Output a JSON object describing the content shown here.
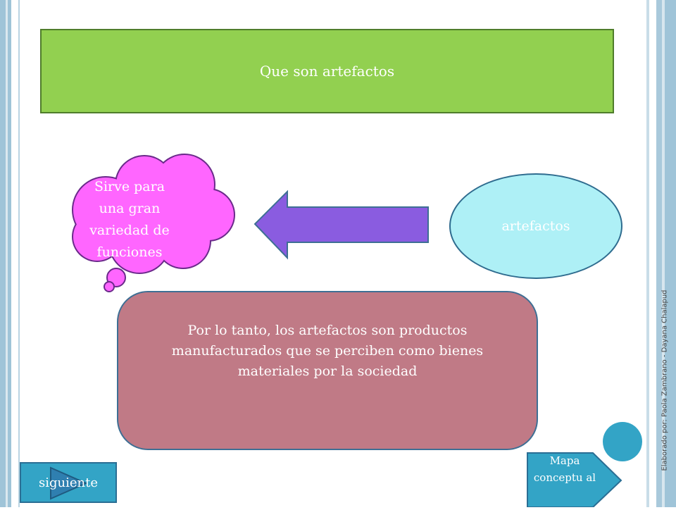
{
  "slide": {
    "title": "Que son artefactos",
    "cloud_text": "Sirve para una gran variedad de funciones",
    "oval_text": "artefactos",
    "main_text": "Por lo tanto, los artefactos son productos manufacturados que se perciben  como bienes materiales por la sociedad",
    "credit": "Elaborado por: Paola Zambrano - Dayana Chalapud"
  },
  "nav": {
    "next_label": "siguiente",
    "map_label": "Mapa conceptu al"
  },
  "colors": {
    "title_fill": "#92d050",
    "cloud_fill": "#ff66ff",
    "arrow_fill": "#8a5ce0",
    "oval_fill": "#aef0f6",
    "main_fill": "#c07a86",
    "button_fill": "#33a4c6"
  },
  "icons": {
    "next_button_icon": "play-arrow-icon",
    "map_button_shape": "pentagon-arrow",
    "decor_circle": "circle-icon"
  }
}
